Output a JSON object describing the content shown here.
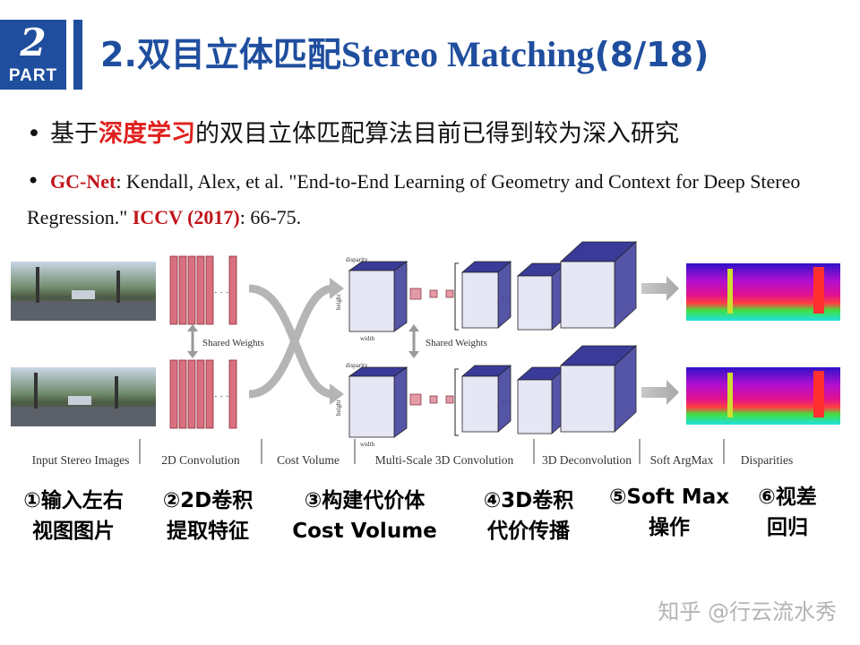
{
  "header": {
    "part_number": "2",
    "part_label": "PART",
    "title_zh": "2.双目立体匹配",
    "title_en": "Stereo Matching",
    "title_count": "(8/18)"
  },
  "bullets": {
    "b1": {
      "pre": "基于",
      "highlight": "深度学习",
      "post": "的双目立体匹配算法目前已得到较为深入研究"
    },
    "b2": {
      "name": "GC-Net",
      "authors": ": Kendall, Alex, et al. \"End-to-End Learning of Geometry and Context for Deep Stereo Regression.\" ",
      "venue": "ICCV (2017)",
      "pages": ": 66-75."
    }
  },
  "figure": {
    "shared_weights_left": "Shared Weights",
    "shared_weights_right": "Shared Weights",
    "axis_disparity": "disparity",
    "axis_height": "height",
    "axis_width": "width",
    "stages": [
      "Input Stereo Images",
      "2D Convolution",
      "Cost Volume",
      "Multi-Scale 3D Convolution",
      "3D Deconvolution",
      "Soft ArgMax",
      "Disparities"
    ]
  },
  "steps": [
    {
      "line1": "①输入左右",
      "line2": "视图图片"
    },
    {
      "line1": "②2D卷积",
      "line2": "提取特征"
    },
    {
      "line1": "③构建代价体",
      "line2": "Cost Volume"
    },
    {
      "line1": "④3D卷积",
      "line2": "代价传播"
    },
    {
      "line1": "⑤Soft Max",
      "line2": "操作"
    },
    {
      "line1": "⑥视差",
      "line2": "回归"
    }
  ],
  "watermark": "知乎 @行云流水秀",
  "colors": {
    "accent_blue": "#1f4e9e",
    "highlight_red": "#e0201e",
    "cube_front": "#e6e6f4",
    "cube_top": "#3a3a99",
    "feature_map": "#d9707f"
  }
}
